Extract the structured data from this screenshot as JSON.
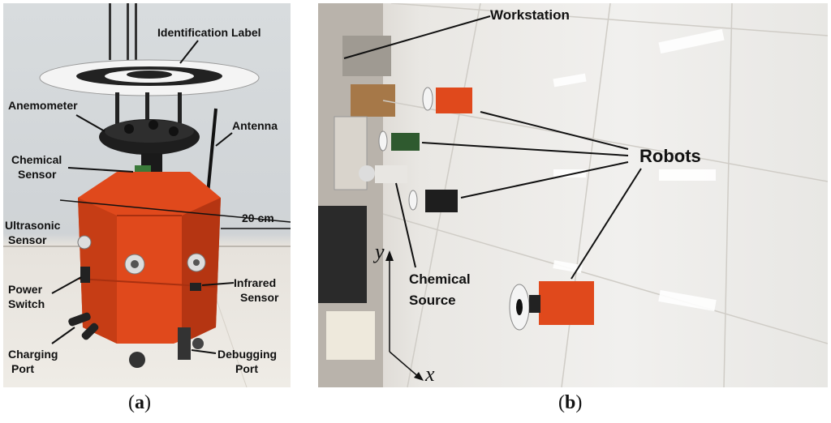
{
  "panel_a": {
    "labels": {
      "identification_label": "Identification Label",
      "anemometer": "Anemometer",
      "antenna": "Antenna",
      "chemical_sensor_1": "Chemical",
      "chemical_sensor_2": "Sensor",
      "scale": "20 cm",
      "ultrasonic_1": "Ultrasonic",
      "ultrasonic_2": "Sensor",
      "power_1": "Power",
      "power_2": "Switch",
      "infrared_1": "Infrared",
      "infrared_2": "Sensor",
      "charging_1": "Charging",
      "charging_2": "Port",
      "debugging_1": "Debugging",
      "debugging_2": "Port"
    },
    "caption_open": "(",
    "caption_letter": "a",
    "caption_close": ")"
  },
  "panel_b": {
    "labels": {
      "workstation": "Workstation",
      "robots": "Robots",
      "chemical_source_1": "Chemical",
      "chemical_source_2": "Source",
      "axis_x": "x",
      "axis_y": "y"
    },
    "caption_open": "(",
    "caption_letter": "b",
    "caption_close": ")"
  },
  "colors": {
    "robot_body": "#e0491c",
    "robot_dark": "#b53512",
    "disc_black": "#1a1a1a"
  }
}
